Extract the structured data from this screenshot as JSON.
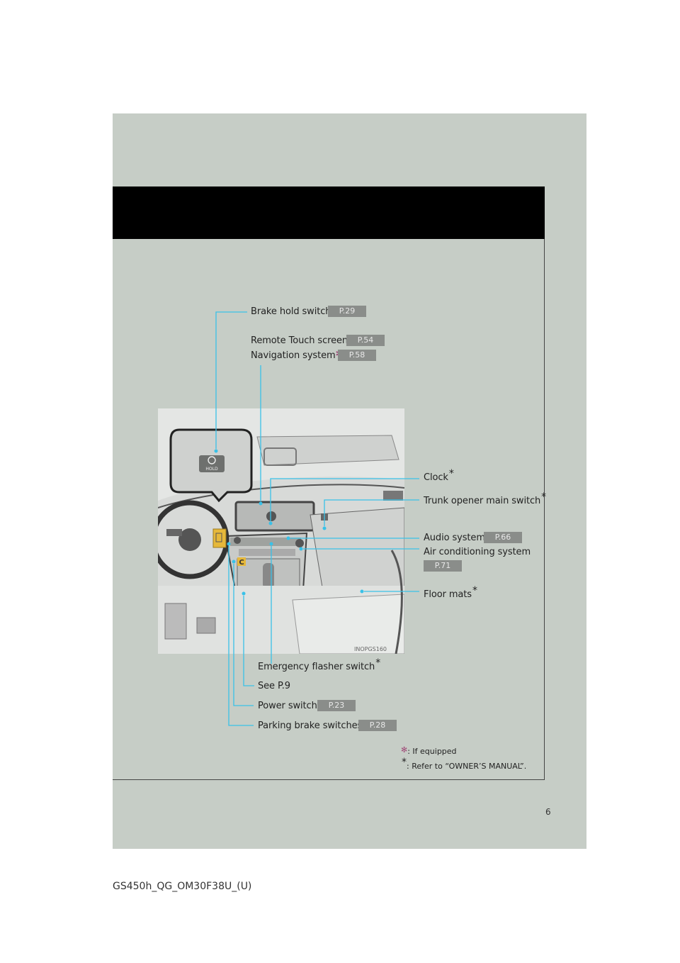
{
  "labels": {
    "brake_hold": "Brake hold switch",
    "remote_touch": "Remote Touch screen",
    "navigation": "Navigation system",
    "clock": "Clock",
    "trunk_opener": "Trunk opener main switch",
    "audio": "Audio system",
    "air_conditioning": "Air conditioning system",
    "floor_mats": "Floor mats",
    "emergency_flasher": "Emergency flasher switch",
    "see_page": "See P.9",
    "power_switch": "Power switch",
    "parking_brake": "Parking brake switches"
  },
  "page_refs": {
    "brake_hold": "P.29",
    "remote_touch": "P.54",
    "navigation": "P.58",
    "audio": "P.66",
    "air_conditioning": "P.71",
    "power_switch": "P.23",
    "parking_brake": "P.28"
  },
  "markers": {
    "asterisk": "*",
    "if_equipped_symbol": "✻"
  },
  "photo": {
    "image_code": "INOPGS160",
    "callout_button": "HOLD",
    "callout_letter": "C"
  },
  "footnotes": {
    "if_equipped": ": If equipped",
    "refer_manual": ": Refer to “OWNER’S MANUAL”."
  },
  "page_number": "6",
  "document_id": "GS450h_QG_OM30F38U_(U)",
  "colors": {
    "panel_bg": "#c6cdc6",
    "header_bar": "#000000",
    "ref_badge": "#8a8d8a",
    "if_equipped_mark": "#a04a78",
    "highlight": "#e6b83a"
  }
}
